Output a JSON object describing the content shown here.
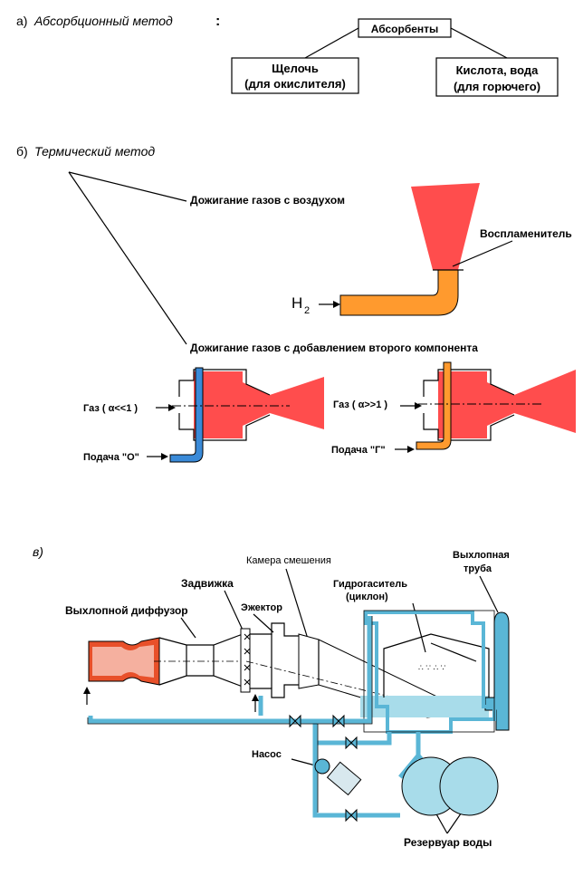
{
  "section_a": {
    "prefix": "а)",
    "title": "Абсорбционный  метод",
    "colon": ":",
    "absorbents": "Абсорбенты",
    "alkali_line1": "Щелочь",
    "alkali_line2": "(для окислителя)",
    "acid_line1": "Кислота,  вода",
    "acid_line2": "(для горючего)"
  },
  "section_b": {
    "prefix": "б)",
    "title": "Термический метод",
    "air_burn": "Дожигание газов с воздухом",
    "igniter": "Воспламенитель",
    "h2_main": "H",
    "h2_sub": "2",
    "second_comp": "Дожигание газов с добавлением второго компонента",
    "gas_left": "Газ ( α<<1 )",
    "gas_right": "Газ ( α>>1 )",
    "feed_o": "Подача \"О\"",
    "feed_g": "Подача \"Г\""
  },
  "section_c": {
    "prefix": "в)",
    "mixing_chamber": "Камера смешения",
    "exhaust_pipe_line1": "Выхлопная",
    "exhaust_pipe_line2": "труба",
    "gate": "Задвижка",
    "hydro_line1": "Гидрогаситель",
    "hydro_line2": "(циклон)",
    "ejector": "Эжектор",
    "diffuser": "Выхлопной диффузор",
    "pump": "Насос",
    "reservoir": "Резервуар воды"
  },
  "colors": {
    "flame": "#ff4d4d",
    "orange_pipe": "#ff9a2e",
    "blue_pipe": "#3a8ad8",
    "water": "#a8dcea",
    "steel_blue": "#5ab6d6"
  }
}
